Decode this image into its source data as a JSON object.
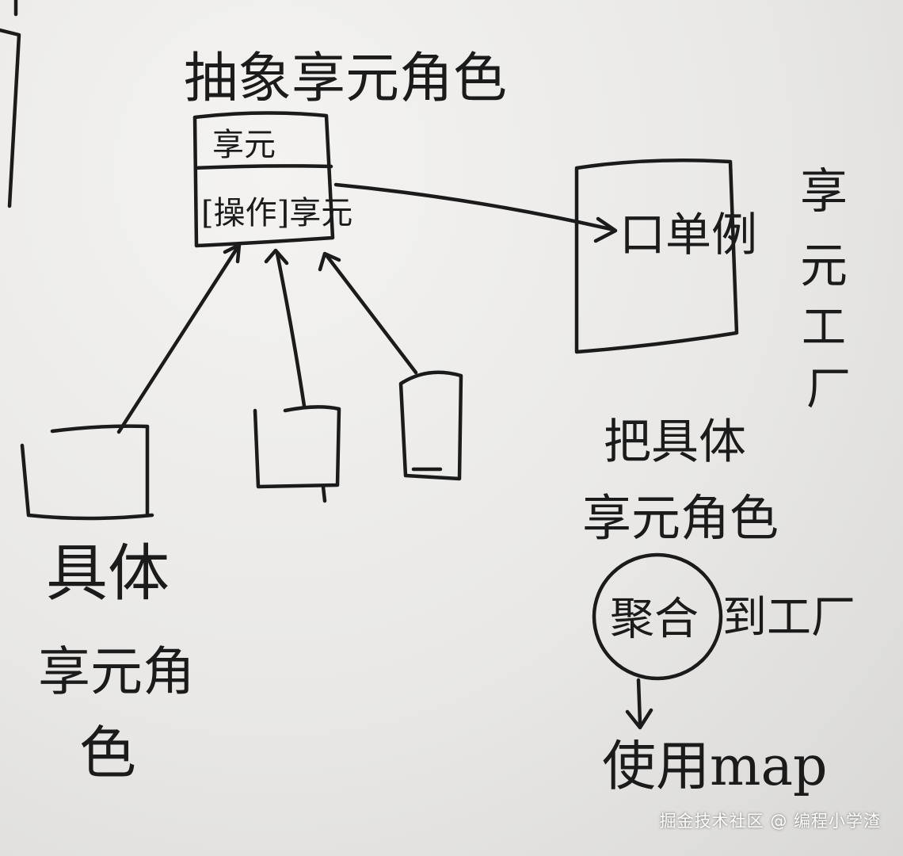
{
  "abstract_flyweight": {
    "title": "抽象享元角色",
    "field_label": "享元",
    "method_label": "[操作]享元"
  },
  "factory": {
    "method_label": "口单例",
    "title_chars": [
      "享",
      "元",
      "工",
      "厂"
    ]
  },
  "concrete_flyweight": {
    "title_lines": [
      "具体",
      "享元角",
      "色"
    ]
  },
  "aggregation_note": {
    "line1": "把具体",
    "line2": "享元角色",
    "circled": "聚合",
    "line3_suffix": "到工厂",
    "use_map": "使用map"
  },
  "watermark": "掘金技术社区 @ 编程小学渣",
  "colors": {
    "ink": "#1b1b1b",
    "paper": "#ecebe9"
  }
}
